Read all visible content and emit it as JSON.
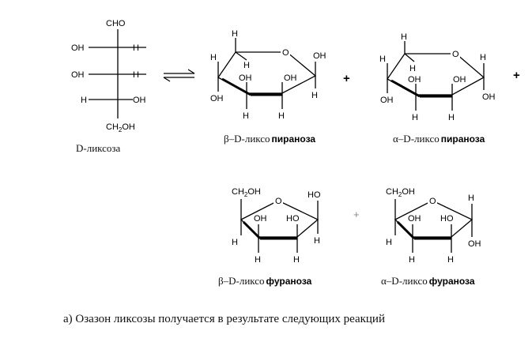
{
  "fischer": {
    "top_group": "CHO",
    "rows": [
      {
        "left": "OH",
        "right": "H"
      },
      {
        "left": "OH",
        "right": "H"
      },
      {
        "left": "H",
        "right": "OH"
      }
    ],
    "bottom_group_main": "CH",
    "bottom_group_sub": "2",
    "bottom_group_tail": "OH",
    "name": "D-ликсоза"
  },
  "atoms": {
    "h": "H",
    "oh": "OH",
    "ho": "HO",
    "o": "O",
    "ch2": "CH",
    "sub2": "2",
    "tail_oh": "OH"
  },
  "plus": "+",
  "labels": {
    "beta_pyranose_prefix": "β–D-ликсо",
    "beta_pyranose_suffix": "пираноза",
    "alpha_pyranose_prefix": "α–D-ликсо",
    "alpha_pyranose_suffix": "пираноза",
    "beta_furanose_prefix": "β–D-ликсо",
    "beta_furanose_suffix": "фураноза",
    "alpha_furanose_prefix": "α–D-ликсо",
    "alpha_furanose_suffix": "фураноза"
  },
  "caption": "а) Озазон ликсозы получается в результате следующих реакций"
}
